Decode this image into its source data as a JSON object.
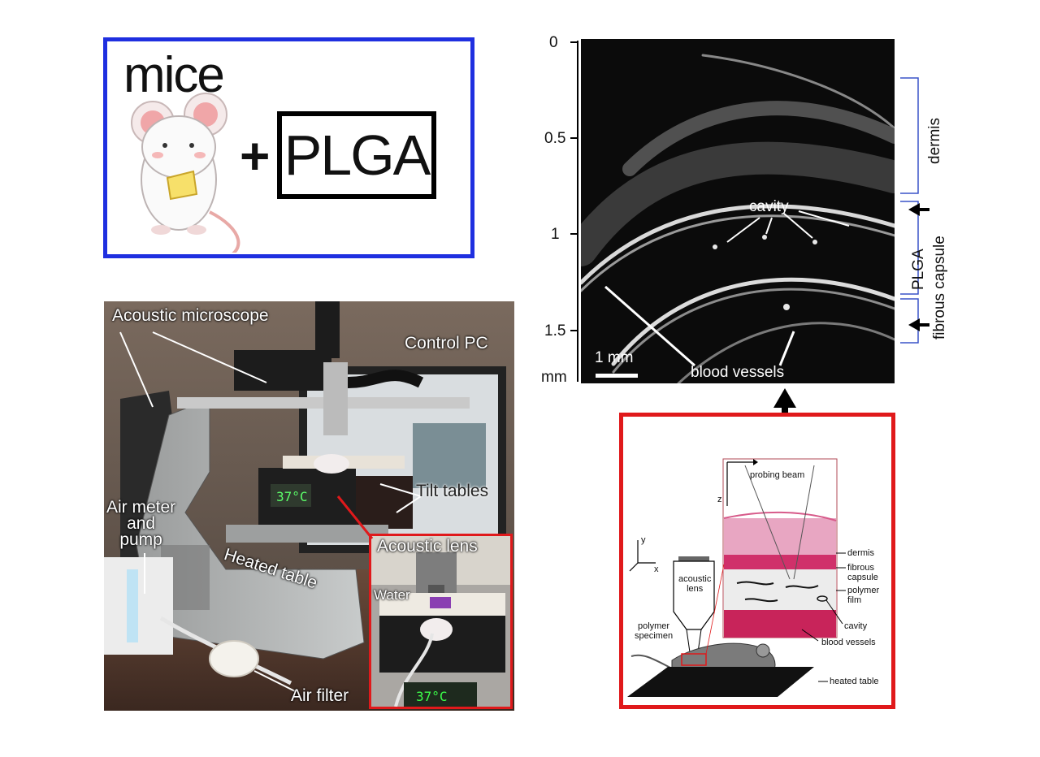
{
  "mice_panel": {
    "title": "mice",
    "plus": "+",
    "material": "PLGA",
    "border_color": "#1f2fe0"
  },
  "photo_panel": {
    "labels": {
      "acoustic_microscope": "Acoustic microscope",
      "control_pc": "Control PC",
      "tilt_tables": "Tilt tables",
      "air_meter": "Air meter\nand\npump",
      "heated_table": "Heated table",
      "acoustic_lens": "Acoustic lens",
      "water": "Water",
      "air_filter": "Air filter"
    },
    "temperature_display": "37°C",
    "inset_border_color": "#e0191b"
  },
  "ultrasound_panel": {
    "y_ticks": [
      "0",
      "0.5",
      "1",
      "1.5"
    ],
    "y_unit": "mm",
    "scale_bar": "1 mm",
    "labels": {
      "cavity": "cavity",
      "blood_vessels": "blood vessels",
      "dermis": "dermis",
      "plga": "PLGA",
      "fibrous_capsule": "fibrous capsule"
    }
  },
  "schematic_panel": {
    "labels": {
      "probing_beam": "probing beam",
      "z_axis": "z",
      "y_axis": "y",
      "x_axis": "x",
      "acoustic_lens": "acoustic\nlens",
      "polymer_specimen": "polymer\nspecimen",
      "dermis": "dermis",
      "fibrous_capsule": "fibrous\ncapsule",
      "polymer_film": "polymer\nfilm",
      "cavity": "cavity",
      "blood_vessels": "blood vessels",
      "heated_table": "heated table"
    },
    "border_color": "#e0191b"
  }
}
